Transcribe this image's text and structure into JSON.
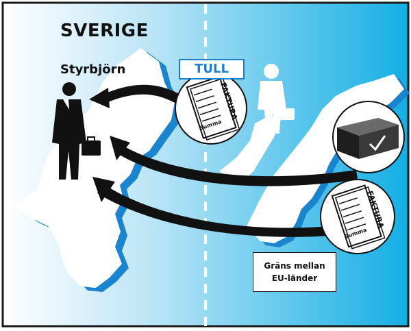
{
  "labels": {
    "country": "SVERIGE",
    "person": "Styrbjörn",
    "customs": "TULL",
    "border_line1": "Gräns mellan",
    "border_line2": "EU-länder"
  },
  "documents": [
    {
      "title": "FAKTURA",
      "sum_label": "Summa"
    },
    {
      "title": "FAKTURA",
      "sum_label": "Summa"
    }
  ],
  "colors": {
    "frame": "#1a1a1a",
    "sky_left": "#ffffff",
    "sky_right": "#1fb4e6",
    "land": "#ffffff",
    "land_shadow": "#1a84cf",
    "arrow": "#111111",
    "customs_blue": "#1b7fd0"
  },
  "icons": [
    "businessman-icon",
    "businessman-silhouette-icon",
    "invoice-document-icon",
    "package-box-icon",
    "arrow-icon"
  ]
}
